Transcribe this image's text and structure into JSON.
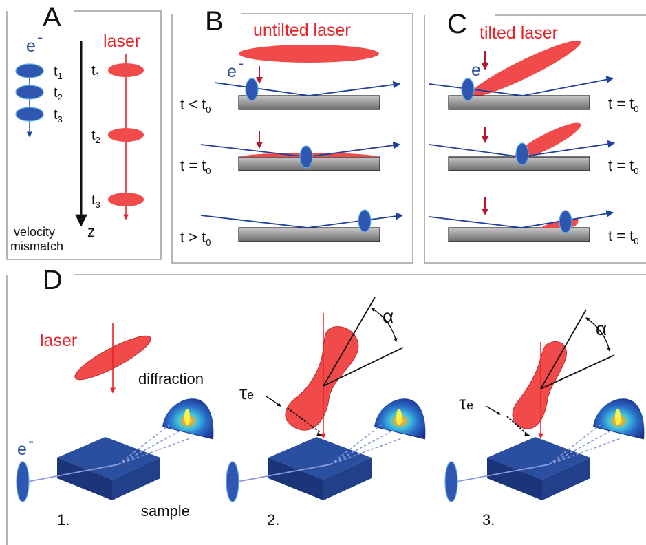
{
  "panels": {
    "a": {
      "letter": "A",
      "electron": "e",
      "electron_sup": "-",
      "laser": "laser",
      "e_times": [
        {
          "t": "t",
          "sub": "1"
        },
        {
          "t": "t",
          "sub": "2"
        },
        {
          "t": "t",
          "sub": "3"
        }
      ],
      "laser_times": [
        {
          "t": "t",
          "sub": "1"
        },
        {
          "t": "t",
          "sub": "2"
        },
        {
          "t": "t",
          "sub": "3"
        }
      ],
      "axis": "z",
      "caption_line1": "velocity",
      "caption_line2": "mismatch"
    },
    "b": {
      "letter": "B",
      "title": "untilted laser",
      "electron": "e",
      "electron_sup": "-",
      "rows": [
        {
          "lhs": "t < t",
          "sub": "0"
        },
        {
          "lhs": "t = t",
          "sub": "0"
        },
        {
          "lhs": "t > t",
          "sub": "0"
        }
      ]
    },
    "c": {
      "letter": "C",
      "title": "tilted laser",
      "electron": "e",
      "electron_sup": "-",
      "rows": [
        {
          "lhs": "t = t",
          "sub": "0"
        },
        {
          "lhs": "t = t",
          "sub": "0"
        },
        {
          "lhs": "t = t",
          "sub": "0"
        }
      ]
    },
    "d": {
      "letter": "D",
      "laser": "laser",
      "diffraction": "diffraction",
      "electron": "e",
      "electron_sup": "-",
      "sample": "sample",
      "tau": "τ",
      "tau_sub": "e",
      "alpha": "α",
      "steps": [
        "1.",
        "2.",
        "3."
      ]
    }
  },
  "colors": {
    "laser_red": "#e8242a",
    "pulse_fill": "#f04a4a",
    "arrow_red": "#b3182e",
    "electron_blue": "#2f56b0",
    "beam_blue": "#1d3f9e",
    "sample_top": "#2b4fa0",
    "frame_gray": "#8c8c8c"
  }
}
